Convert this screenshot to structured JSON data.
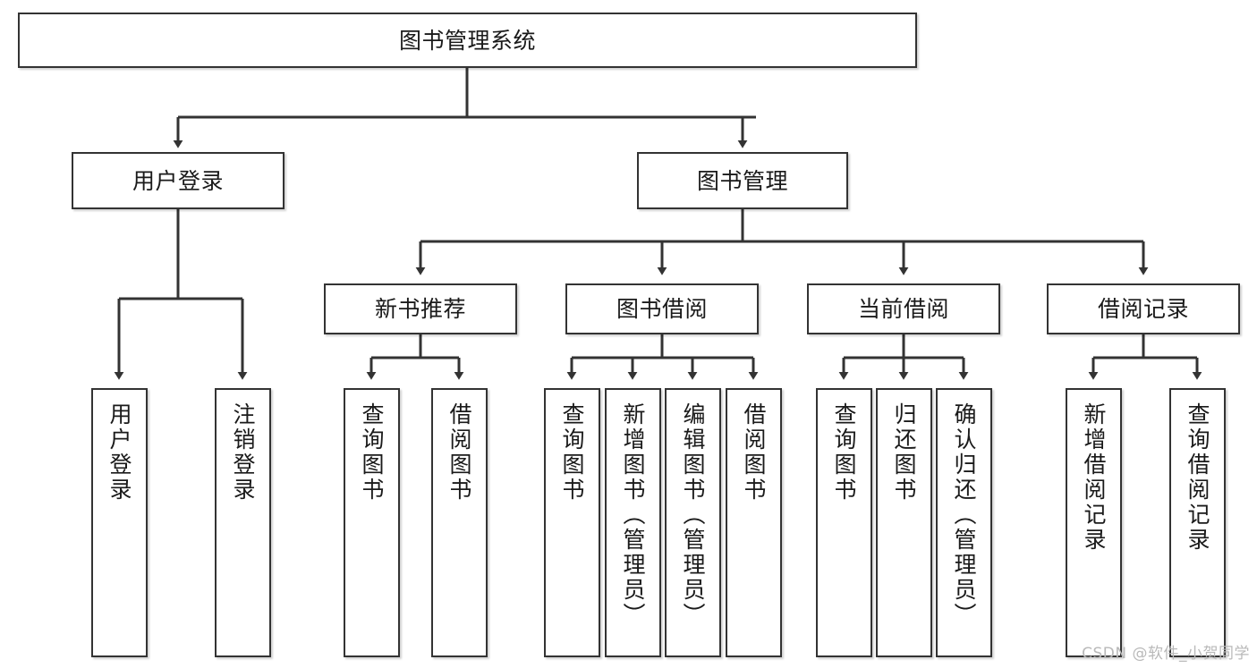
{
  "diagram": {
    "type": "tree",
    "title": "图书管理系统",
    "root": {
      "label": "图书管理系统"
    },
    "level1": [
      {
        "label": "用户登录"
      },
      {
        "label": "图书管理"
      }
    ],
    "level2": [
      {
        "label": "新书推荐"
      },
      {
        "label": "图书借阅"
      },
      {
        "label": "当前借阅"
      },
      {
        "label": "借阅记录"
      }
    ],
    "leaves": {
      "user_login": [
        {
          "label": "用户登录"
        },
        {
          "label": "注销登录"
        }
      ],
      "new_book_recommend": [
        {
          "label": "查询图书"
        },
        {
          "label": "借阅图书"
        }
      ],
      "book_borrow": [
        {
          "label": "查询图书"
        },
        {
          "label": "新增图书（管理员）"
        },
        {
          "label": "编辑图书（管理员）"
        },
        {
          "label": "借阅图书"
        }
      ],
      "current_borrow": [
        {
          "label": "查询图书"
        },
        {
          "label": "归还图书"
        },
        {
          "label": "确认归还（管理员）"
        }
      ],
      "borrow_record": [
        {
          "label": "新增借阅记录"
        },
        {
          "label": "查询借阅记录"
        }
      ]
    }
  },
  "watermark": {
    "text": "CSDN @软件_小贺同学"
  },
  "colors": {
    "stroke": "#333333",
    "text": "#1a1a1a",
    "background": "#ffffff",
    "watermark": "#b9b9b9"
  }
}
